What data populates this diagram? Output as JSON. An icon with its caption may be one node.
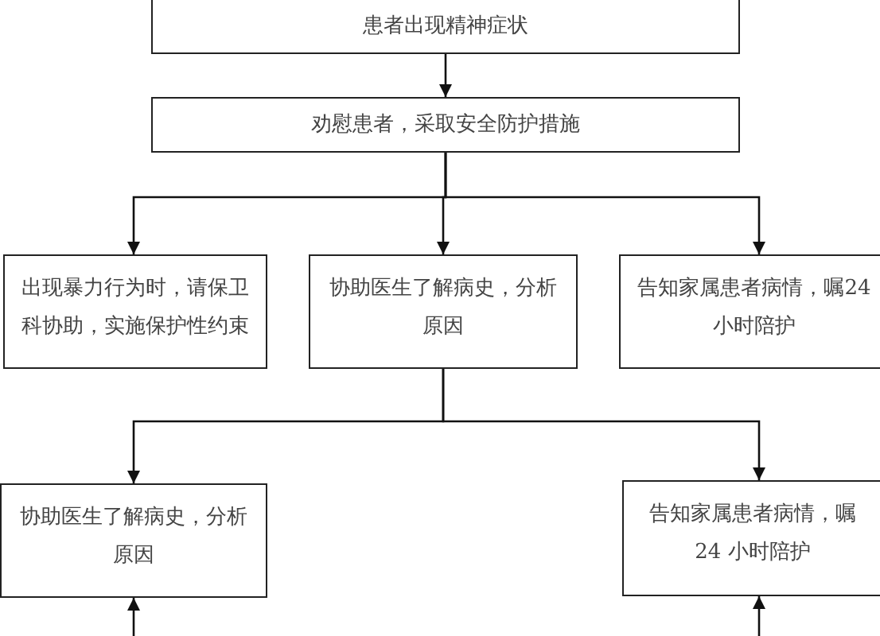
{
  "diagram": {
    "nodes": [
      {
        "text": [
          "患者出现精神症状"
        ]
      },
      {
        "text": [
          "劝慰患者，采取安全防护措施"
        ]
      },
      {
        "text": [
          "出现暴力行为时，请保卫科协助，实施保护性约束"
        ]
      },
      {
        "text": [
          "协助医生了解病史，分析原因"
        ]
      },
      {
        "text": [
          "告知家属患者病情，嘱24 小时陪护"
        ]
      },
      {
        "text": [
          "协助医生了解病史，分析原因"
        ]
      },
      {
        "text": [
          "告知家属患者病情，嘱24 小时陪护"
        ]
      }
    ],
    "edges": [
      {
        "from": 0,
        "to": 1,
        "arrow": "to"
      },
      {
        "from": 1,
        "to": 2,
        "arrow": "to"
      },
      {
        "from": 1,
        "to": 3,
        "arrow": "to"
      },
      {
        "from": 1,
        "to": 4,
        "arrow": "to"
      },
      {
        "from": 3,
        "to": 5,
        "arrow": "to"
      },
      {
        "from": 3,
        "to": 6,
        "arrow": "to"
      },
      {
        "from": null,
        "to": 5,
        "arrow": "to"
      },
      {
        "from": null,
        "to": 6,
        "arrow": "to"
      }
    ]
  }
}
